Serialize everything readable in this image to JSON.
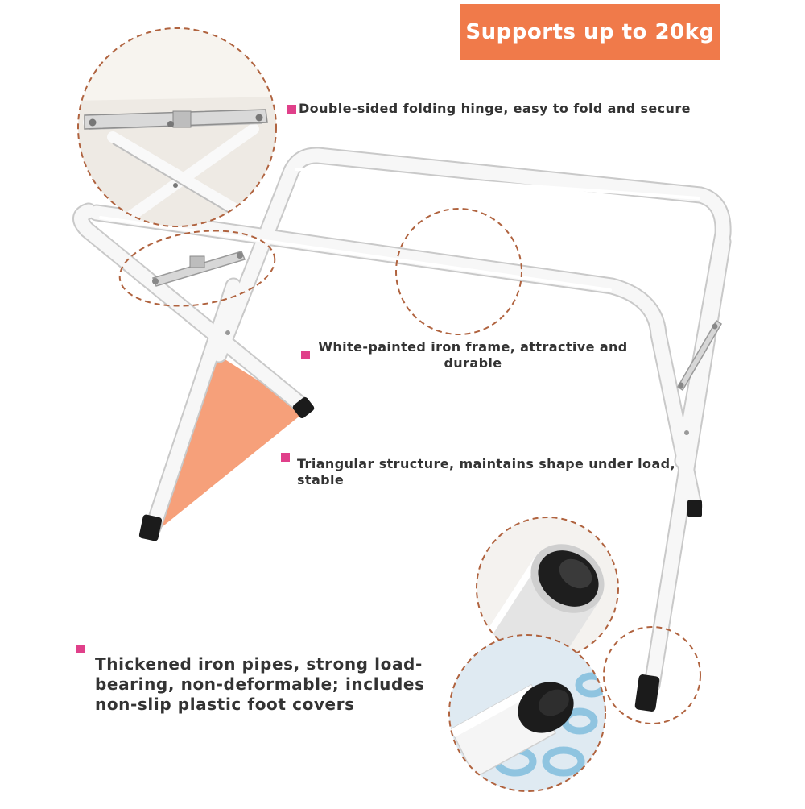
{
  "badge": {
    "text": "Supports up to 20kg"
  },
  "features": [
    "Double-sided folding hinge, easy to fold and secure",
    "White-painted iron frame, attractive and durable",
    "Triangular structure, maintains shape under load, stable",
    "Thickened iron pipes, strong load-bearing, non-deformable; includes non-slip plastic foot covers"
  ],
  "colors": {
    "accent_orange": "#f07a4a",
    "triangle_fill": "#f6a07a",
    "bullet_pink": "#e0408a",
    "callout_dash": "#b0633f",
    "frame_white": "#f7f7f7",
    "frame_shadow": "#c9c9c9",
    "foot_black": "#1b1b1b",
    "text": "#333333"
  },
  "icons": [
    "folding-hinge-detail",
    "pipe-cross-section-detail",
    "foot-cover-detail"
  ]
}
